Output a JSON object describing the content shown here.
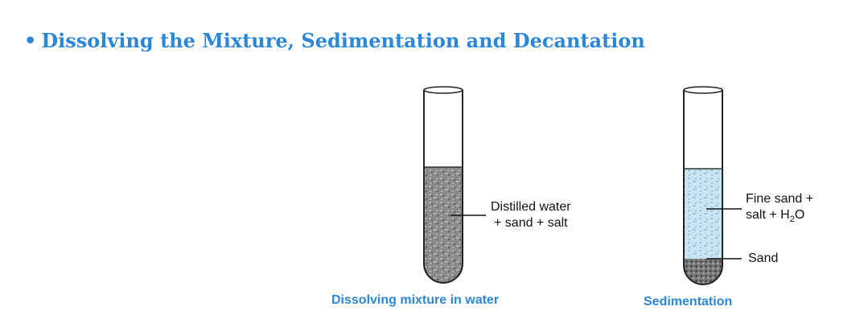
{
  "heading": {
    "bullet": "•",
    "text": "Dissolving the Mixture, Sedimentation and Decantation"
  },
  "figure_left": {
    "label_line1": "Distilled water",
    "label_line2": "+ sand + salt",
    "caption": "Dissolving mixture in water"
  },
  "figure_right": {
    "label_line1": "Fine sand +",
    "label_line2_prefix": "salt + H",
    "label_line2_sub": "2",
    "label_line2_suffix": "O",
    "label_sand": "Sand",
    "caption": "Sedimentation"
  },
  "colors": {
    "heading": "#2b87d8",
    "caption": "#2b87d8",
    "liquid_light_blue": "#c6e5f5",
    "mixture_dark": "#6a6a6a",
    "sand": "#555555"
  }
}
